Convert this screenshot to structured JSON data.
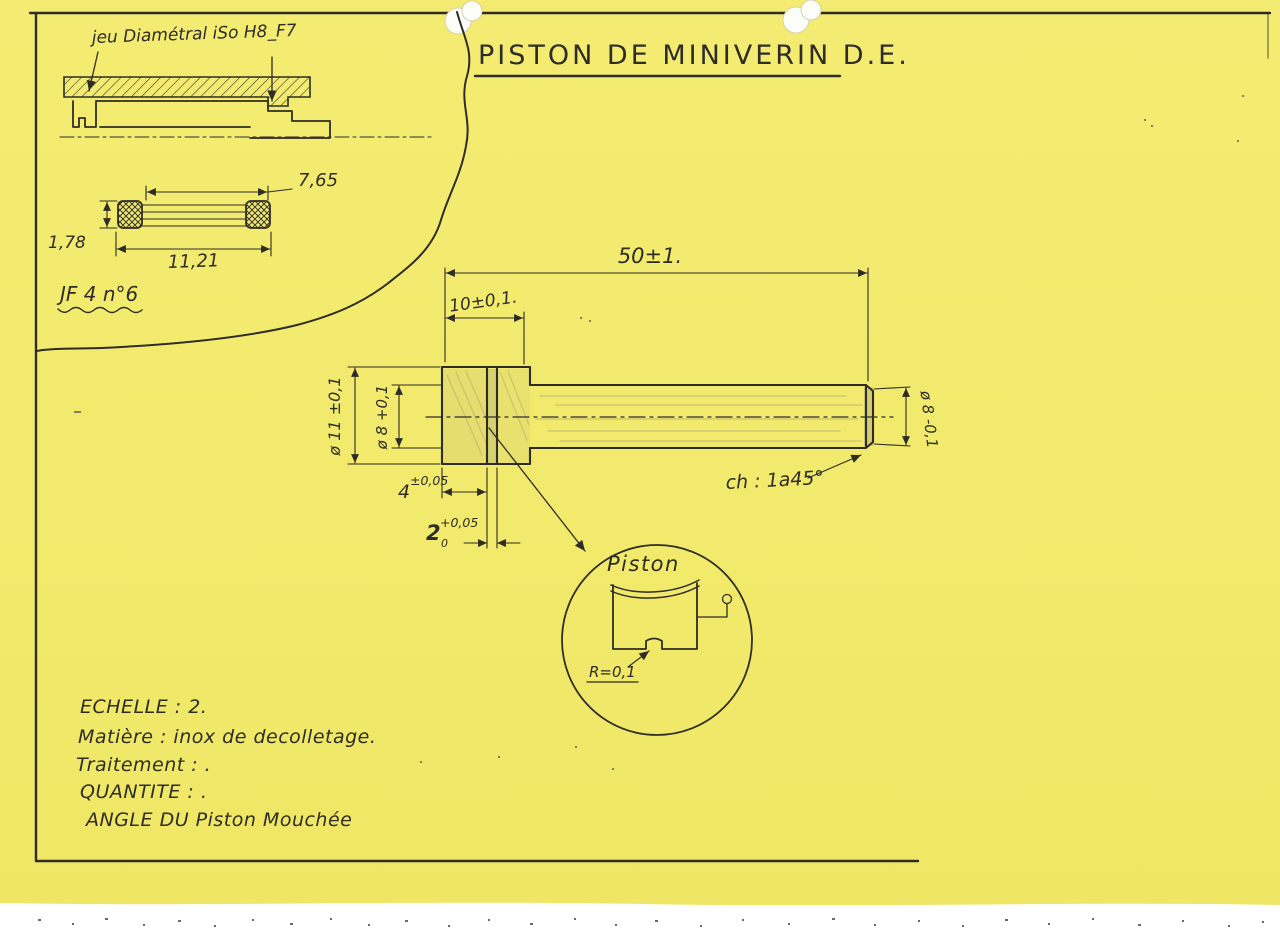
{
  "colors": {
    "paper": "#f2ea6c",
    "ink": "#2e2c26",
    "pencil": "#8d8b7f"
  },
  "title": {
    "text": "PISTON DE MINIVERIN D.E."
  },
  "corner_detail": {
    "clearance_note": "jeu Diamétral iSo H8_F7",
    "seal_ref": "JF 4 n°6",
    "dim_width": "7,65",
    "dim_height": "1,78",
    "dim_length": "11,21"
  },
  "main_view": {
    "dim_overall_length": "50±1.",
    "dim_head_length": "10±0,1.",
    "dim_head_diameter": "ø 11 ±0,1",
    "dim_groove_diameter": "ø 8 +0,1",
    "dim_rod_diameter": "ø 8 -0,1",
    "dim_flange_width": "4",
    "dim_flange_width_tol": "±0,05",
    "dim_groove_width": "2",
    "dim_groove_width_tol_up": "+0,05",
    "dim_groove_width_tol_dn": "0",
    "chamfer_note": "ch : 1a45°"
  },
  "detail_view": {
    "label": "Piston",
    "radius_note": "R=0,1"
  },
  "notes": {
    "echelle": "ECHELLE : 2.",
    "matiere": "Matière : inox de decolletage.",
    "traitement": "Traitement : .",
    "quantite": "QUANTITE : .",
    "angle": "ANGLE DU Piston Mouchée"
  }
}
